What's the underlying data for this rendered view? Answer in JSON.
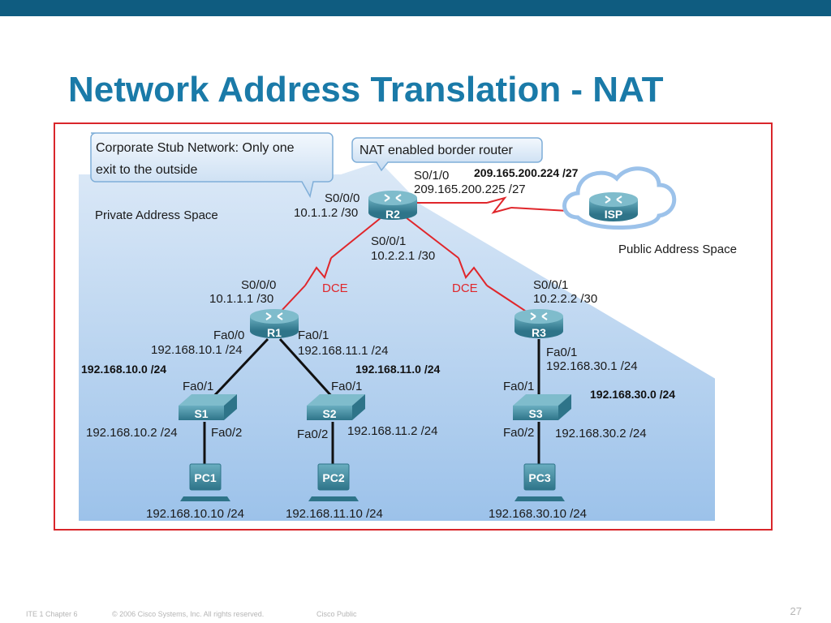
{
  "title": "Network Address Translation - NAT",
  "colors": {
    "topbar": "#0f5c80",
    "title": "#1a7aa8",
    "frame": "#d9262b",
    "dce": "#e0262b",
    "device": "#3f8aa0"
  },
  "callouts": {
    "stub_line1": "Corporate Stub Network: Only one",
    "stub_line2": "exit to the outside",
    "nat": "NAT enabled border router"
  },
  "areas": {
    "private": "Private Address Space",
    "public": "Public Address Space"
  },
  "devices": {
    "r1": "R1",
    "r2": "R2",
    "r3": "R3",
    "isp": "ISP",
    "s1": "S1",
    "s2": "S2",
    "s3": "S3",
    "pc1": "PC1",
    "pc2": "PC2",
    "pc3": "PC3"
  },
  "labels": {
    "r2_s010": "S0/1/0",
    "r2_s010_ip": "209.165.200.225 /27",
    "isp_net": "209.165.200.224 /27",
    "r2_s000": "S0/0/0",
    "r2_s000_ip": "10.1.1.2 /30",
    "r2_s001": "S0/0/1",
    "r2_s001_ip": "10.2.2.1 /30",
    "dce_left": "DCE",
    "dce_right": "DCE",
    "r1_s000": "S0/0/0",
    "r1_s000_ip": "10.1.1.1 /30",
    "r3_s001": "S0/0/1",
    "r3_s001_ip": "10.2.2.2 /30",
    "r1_fa00": "Fa0/0",
    "r1_fa00_ip": "192.168.10.1 /24",
    "r1_fa01": "Fa0/1",
    "r1_fa01_ip": "192.168.11.1 /24",
    "net10": "192.168.10.0 /24",
    "net11": "192.168.11.0 /24",
    "r3_fa01": "Fa0/1",
    "r3_fa01_ip": "192.168.30.1 /24",
    "net30": "192.168.30.0 /24",
    "s1_fa01": "Fa0/1",
    "s2_fa01": "Fa0/1",
    "s3_fa01": "Fa0/1",
    "s1_ip": "192.168.10.2 /24",
    "s1_fa02": "Fa0/2",
    "s2_fa02": "Fa0/2",
    "s2_ip": "192.168.11.2 /24",
    "s3_fa02": "Fa0/2",
    "s3_ip": "192.168.30.2 /24",
    "pc1_ip": "192.168.10.10 /24",
    "pc2_ip": "192.168.11.10 /24",
    "pc3_ip": "192.168.30.10 /24"
  },
  "footer": {
    "course": "ITE 1 Chapter 6",
    "copyright": "© 2006 Cisco Systems, Inc. All rights reserved.",
    "classification": "Cisco Public",
    "page": "27"
  }
}
